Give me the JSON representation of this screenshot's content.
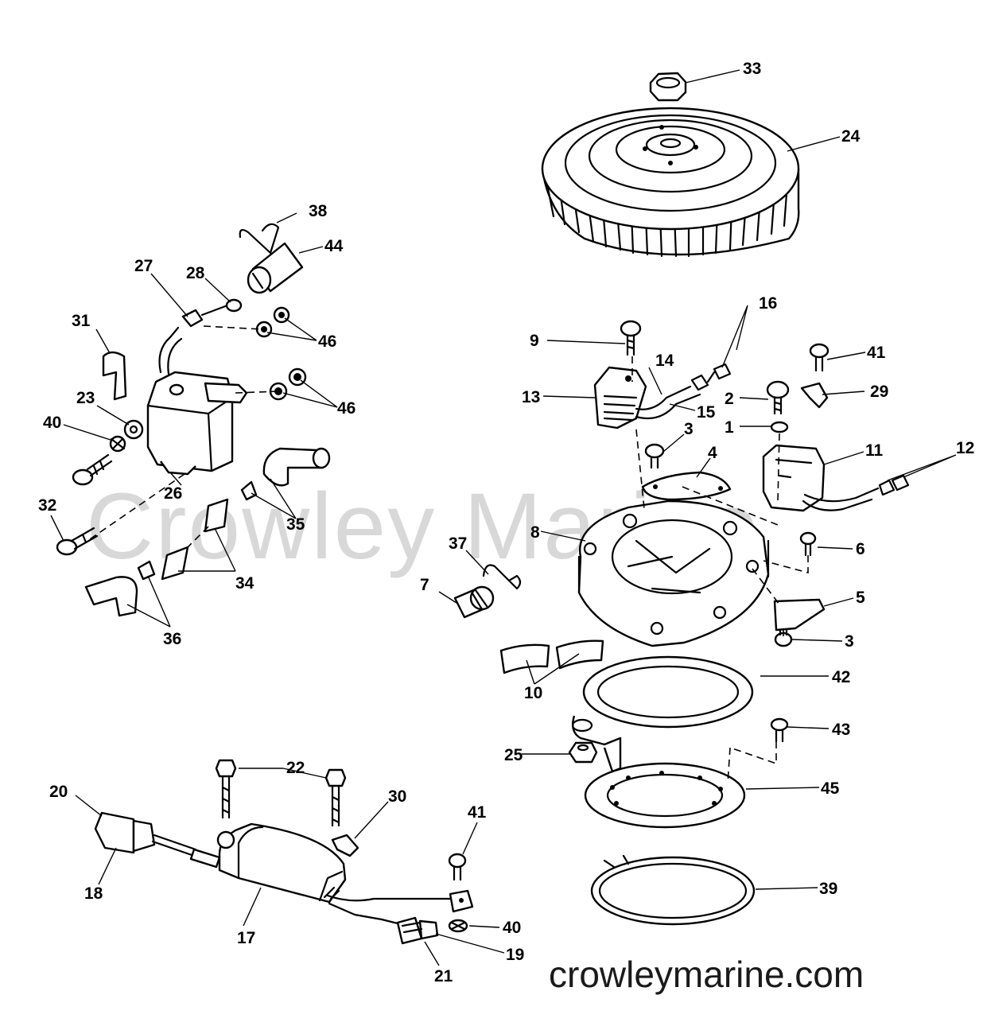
{
  "watermark": "Crowley Marine",
  "website": "crowleymarine.com",
  "callouts": [
    {
      "id": "c1",
      "label": "1"
    },
    {
      "id": "c2",
      "label": "2"
    },
    {
      "id": "c3a",
      "label": "3"
    },
    {
      "id": "c3b",
      "label": "3"
    },
    {
      "id": "c4",
      "label": "4"
    },
    {
      "id": "c5",
      "label": "5"
    },
    {
      "id": "c6",
      "label": "6"
    },
    {
      "id": "c7",
      "label": "7"
    },
    {
      "id": "c8",
      "label": "8"
    },
    {
      "id": "c9",
      "label": "9"
    },
    {
      "id": "c10",
      "label": "10"
    },
    {
      "id": "c11",
      "label": "11"
    },
    {
      "id": "c12",
      "label": "12"
    },
    {
      "id": "c13",
      "label": "13"
    },
    {
      "id": "c14",
      "label": "14"
    },
    {
      "id": "c15",
      "label": "15"
    },
    {
      "id": "c16",
      "label": "16"
    },
    {
      "id": "c17",
      "label": "17"
    },
    {
      "id": "c18",
      "label": "18"
    },
    {
      "id": "c19",
      "label": "19"
    },
    {
      "id": "c20",
      "label": "20"
    },
    {
      "id": "c21",
      "label": "21"
    },
    {
      "id": "c22",
      "label": "22"
    },
    {
      "id": "c23",
      "label": "23"
    },
    {
      "id": "c24",
      "label": "24"
    },
    {
      "id": "c25",
      "label": "25"
    },
    {
      "id": "c26",
      "label": "26"
    },
    {
      "id": "c27",
      "label": "27"
    },
    {
      "id": "c28",
      "label": "28"
    },
    {
      "id": "c29",
      "label": "29"
    },
    {
      "id": "c30",
      "label": "30"
    },
    {
      "id": "c31",
      "label": "31"
    },
    {
      "id": "c32",
      "label": "32"
    },
    {
      "id": "c33",
      "label": "33"
    },
    {
      "id": "c34",
      "label": "34"
    },
    {
      "id": "c35",
      "label": "35"
    },
    {
      "id": "c36",
      "label": "36"
    },
    {
      "id": "c37",
      "label": "37"
    },
    {
      "id": "c38",
      "label": "38"
    },
    {
      "id": "c39",
      "label": "39"
    },
    {
      "id": "c40a",
      "label": "40"
    },
    {
      "id": "c40b",
      "label": "40"
    },
    {
      "id": "c41a",
      "label": "41"
    },
    {
      "id": "c41b",
      "label": "41"
    },
    {
      "id": "c42",
      "label": "42"
    },
    {
      "id": "c43",
      "label": "43"
    },
    {
      "id": "c44",
      "label": "44"
    },
    {
      "id": "c45",
      "label": "45"
    },
    {
      "id": "c46a",
      "label": "46"
    },
    {
      "id": "c46b",
      "label": "46"
    }
  ]
}
